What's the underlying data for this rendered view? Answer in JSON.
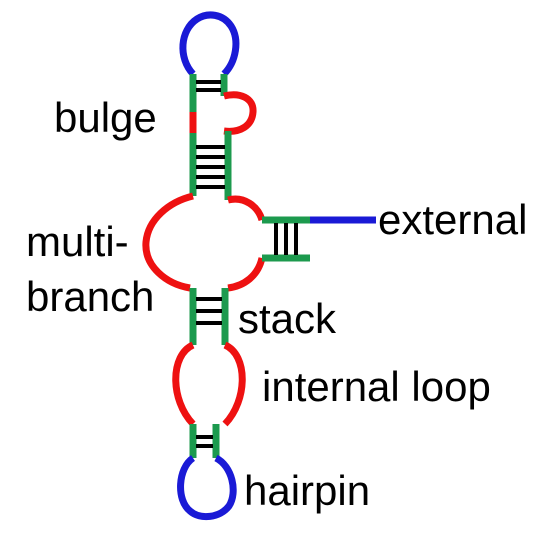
{
  "labels": {
    "bulge": "bulge",
    "multi": "multi-",
    "branch": "branch",
    "external": "external",
    "stack": "stack",
    "internal_loop": "internal loop",
    "hairpin": "hairpin"
  },
  "colors": {
    "stem": "#1c9a4e",
    "loop": "#ee1111",
    "end_loop": "#1a1ad6",
    "base_pair": "#000000"
  }
}
